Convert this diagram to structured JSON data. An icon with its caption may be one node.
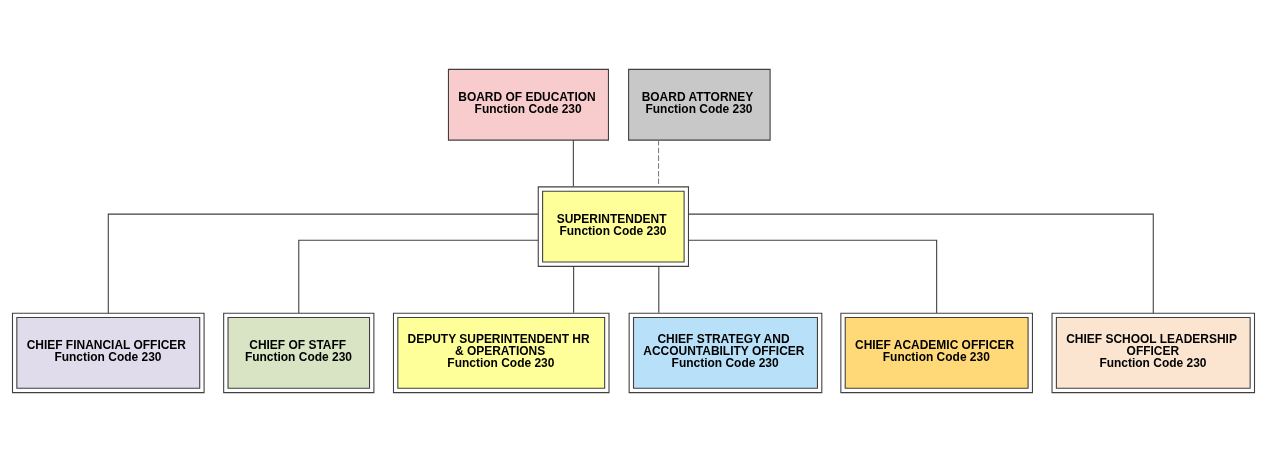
{
  "diagram": {
    "nodes": [
      {
        "text": [
          "BOARD OF EDUCATION",
          "Function Code 230"
        ]
      },
      {
        "text": [
          "BOARD ATTORNEY",
          "Function Code 230"
        ]
      },
      {
        "text": [
          "SUPERINTENDENT",
          "Function Code 230"
        ]
      },
      {
        "text": [
          "CHIEF FINANCIAL OFFICER",
          "Function Code 230"
        ]
      },
      {
        "text": [
          "CHIEF OF STAFF",
          "Function Code 230"
        ]
      },
      {
        "text": [
          "DEPUTY SUPERINTENDENT HR & OPERATIONS",
          "Function Code 230"
        ]
      },
      {
        "text": [
          "CHIEF STRATEGY AND ACCOUNTABILITY OFFICER",
          "Function Code 230"
        ]
      },
      {
        "text": [
          "CHIEF ACADEMIC OFFICER",
          "Function Code 230"
        ]
      },
      {
        "text": [
          "CHIEF SCHOOL LEADERSHIP OFFICER",
          "Function Code 230"
        ]
      }
    ],
    "edges": [
      {
        "from": 0,
        "to": 2,
        "arrow": "none"
      },
      {
        "from": 1,
        "to": 2,
        "arrow": "none",
        "style": "dashed",
        "color": "#808080"
      },
      {
        "from": 2,
        "to": 3,
        "arrow": "none"
      },
      {
        "from": 2,
        "to": 4,
        "arrow": "none"
      },
      {
        "from": 2,
        "to": 5,
        "arrow": "none"
      },
      {
        "from": 2,
        "to": 6,
        "arrow": "none"
      },
      {
        "from": 2,
        "to": 7,
        "arrow": "none"
      },
      {
        "from": 2,
        "to": 8,
        "arrow": "none"
      }
    ]
  }
}
